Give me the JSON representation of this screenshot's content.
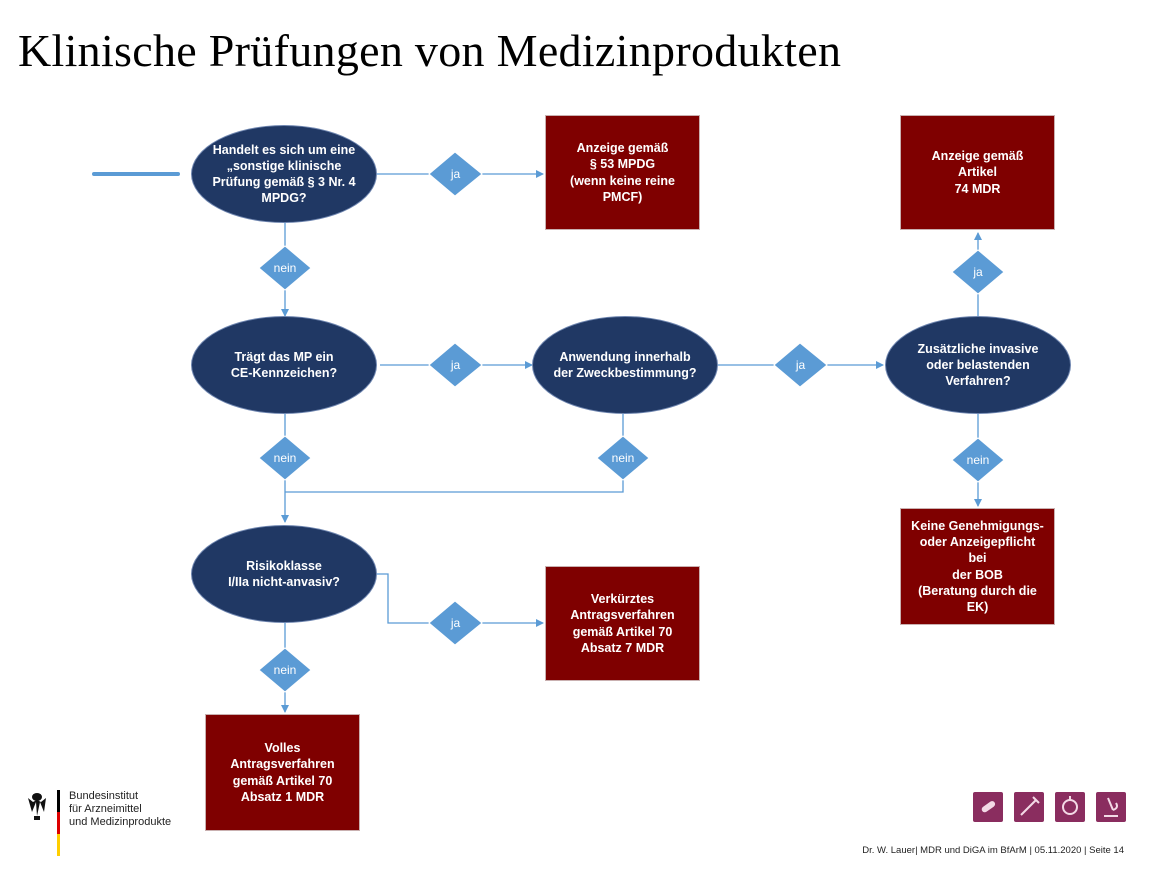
{
  "title": "Klinische Prüfungen von Medizinprodukten",
  "nodes": {
    "q1": "Handelt es sich um eine\n„sonstige klinische\nPrüfung gemäß § 3 Nr. 4\nMPDG?",
    "q2": "Trägt das MP ein\nCE-Kennzeichen?",
    "q3": "Anwendung innerhalb\nder Zweckbestimmung?",
    "q4": "Zusätzliche invasive\noder belastenden\nVerfahren?",
    "q5": "Risikoklasse\nI/IIa nicht-anvasiv?",
    "r1": "Anzeige gemäß\n§ 53 MPDG\n(wenn keine reine\nPMCF)",
    "r2": "Anzeige  gemäß Artikel\n74 MDR",
    "r3": "Keine Genehmigungs-\noder Anzeigepflicht bei\nder BOB\n(Beratung durch die\nEK)",
    "r4": "Verkürztes\nAntragsverfahren\ngemäß Artikel 70\nAbsatz 7 MDR",
    "r5": "Volles\nAntragsverfahren\ngemäß Artikel 70\nAbsatz 1 MDR"
  },
  "labels": {
    "yes": "ja",
    "no": "nein"
  },
  "logo": {
    "text": "Bundesinstitut\nfür Arzneimittel\nund Medizinprodukte"
  },
  "footer": "Dr. W. Lauer| MDR und DiGA im BfArM | 05.11.2020 | Seite 14",
  "colors": {
    "question": "#203864",
    "result": "#7f0000",
    "decision": "#5b9bd5",
    "connector": "#5b9bd5",
    "accent_icons": "#8a2d5f"
  }
}
